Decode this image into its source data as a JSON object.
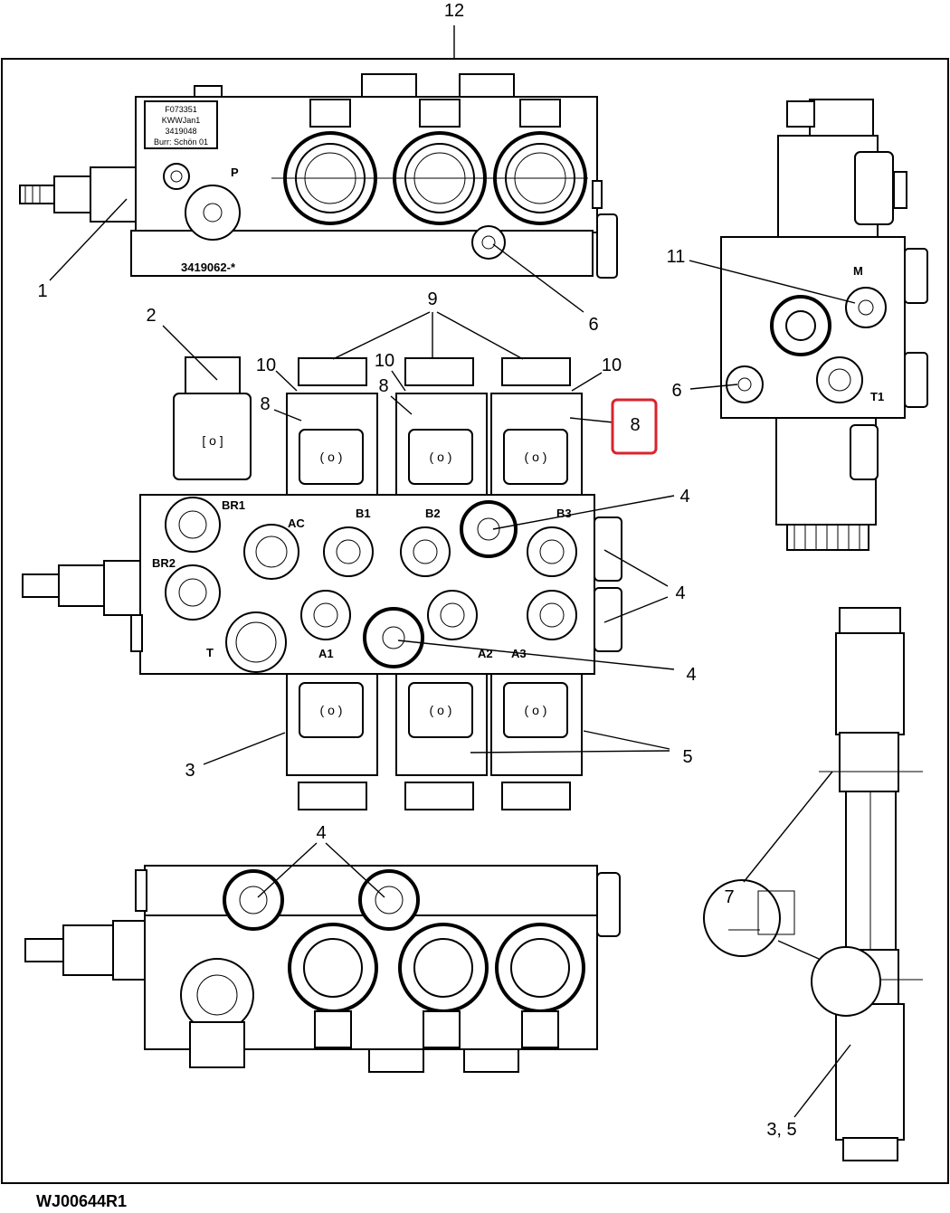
{
  "figure_id": "WJ00644R1",
  "callouts": {
    "c12": "12",
    "c1": "1",
    "c2": "2",
    "c3": "3",
    "c4": "4",
    "c5": "5",
    "c6": "6",
    "c7": "7",
    "c8": "8",
    "c9": "9",
    "c10": "10",
    "c11": "11",
    "c35": "3, 5"
  },
  "port_labels": {
    "P": "P",
    "BR1": "BR1",
    "BR2": "BR2",
    "AC": "AC",
    "B1": "B1",
    "B2": "B2",
    "B3": "B3",
    "T": "T",
    "A1": "A1",
    "A2": "A2",
    "A3": "A3",
    "M": "M",
    "T1": "T1"
  },
  "nameplate": [
    "F073351",
    "KWWJan1",
    "3419048",
    "Burr: Schön 01"
  ],
  "valve_part_number": "3419062-*",
  "highlight": {
    "color": "#d9232d",
    "target": "8"
  }
}
